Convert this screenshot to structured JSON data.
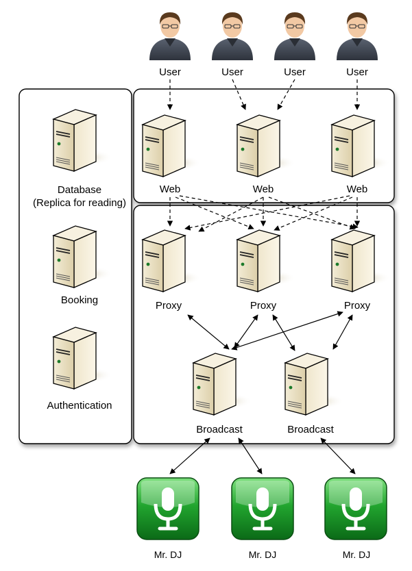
{
  "users": [
    {
      "label": "User"
    },
    {
      "label": "User"
    },
    {
      "label": "User"
    },
    {
      "label": "User"
    }
  ],
  "side_servers": [
    {
      "label_line1": "Database",
      "label_line2": "(Replica for reading)"
    },
    {
      "label_line1": "Booking"
    },
    {
      "label_line1": "Authentication"
    }
  ],
  "web_servers": [
    {
      "label": "Web"
    },
    {
      "label": "Web"
    },
    {
      "label": "Web"
    }
  ],
  "proxy_servers": [
    {
      "label": "Proxy"
    },
    {
      "label": "Proxy"
    },
    {
      "label": "Proxy"
    }
  ],
  "broadcast_servers": [
    {
      "label": "Broadcast"
    },
    {
      "label": "Broadcast"
    }
  ],
  "djs": [
    {
      "label": "Mr. DJ"
    },
    {
      "label": "Mr. DJ"
    },
    {
      "label": "Mr. DJ"
    }
  ],
  "colors": {
    "server_body": "#e9dfc4",
    "server_dark": "#c9bb93",
    "mic_green": "#1d9a2c",
    "user_shirt": "#3d4450",
    "user_hair": "#5a3a1e",
    "user_skin": "#f2c9a4"
  }
}
